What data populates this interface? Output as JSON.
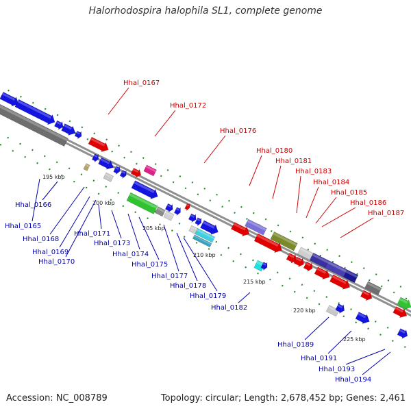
{
  "title": "Halorhodospira halophila SL1, complete genome",
  "footer": {
    "accession": "Accession: NC_008789",
    "summary": "Topology: circular; Length: 2,678,452 bp; Genes: 2,461"
  },
  "colors": {
    "label_top": "#cc0000",
    "label_bottom": "#0000aa",
    "backbone": "#aaaaaa",
    "gc_dots": "#2a8a2a"
  },
  "scale": [
    {
      "label": "195 kbp",
      "pos": 195
    },
    {
      "label": "200 kbp",
      "pos": 200
    },
    {
      "label": "205 kbp",
      "pos": 205
    },
    {
      "label": "210 kbp",
      "pos": 210
    },
    {
      "label": "215 kbp",
      "pos": 215
    },
    {
      "label": "220 kbp",
      "pos": 220
    },
    {
      "label": "225 kbp",
      "pos": 225
    }
  ],
  "top_labels": [
    "Hhal_0167",
    "Hhal_0172",
    "Hhal_0176",
    "Hhal_0180",
    "Hhal_0181",
    "Hhal_0183",
    "Hhal_0184",
    "Hhal_0185",
    "Hhal_0186",
    "Hhal_0187"
  ],
  "bottom_labels": [
    "Hhal_0165",
    "Hhal_0166",
    "Hhal_0168",
    "Hhal_0169",
    "Hhal_0170",
    "Hhal_0171",
    "Hhal_0173",
    "Hhal_0174",
    "Hhal_0175",
    "Hhal_0177",
    "Hhal_0178",
    "Hhal_0179",
    "Hhal_0182",
    "Hhal_0189",
    "Hhal_0191",
    "Hhal_0193",
    "Hhal_0194"
  ]
}
